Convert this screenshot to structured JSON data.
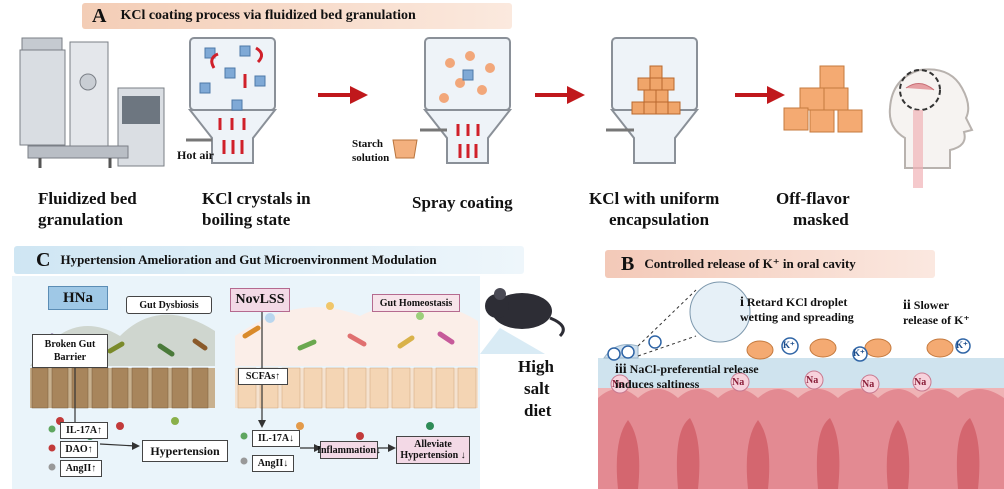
{
  "panel_a": {
    "letter": "A",
    "title": "KCl coating process via fluidized bed granulation",
    "hot_air": "Hot air",
    "starch_line1": "Starch",
    "starch_line2": "solution",
    "steps": [
      {
        "line1": "Fluidized bed",
        "line2": "granulation"
      },
      {
        "line1": "KCl crystals in",
        "line2": "boiling state"
      },
      {
        "line1": "Spray coating",
        "line2": ""
      },
      {
        "line1": "KCl with uniform",
        "line2": "encapsulation"
      },
      {
        "line1": "Off-flavor",
        "line2": "masked"
      }
    ]
  },
  "panel_b": {
    "letter": "B",
    "title": "Controlled release of K⁺ in oral cavity",
    "note_i_num": "i",
    "note_i_line1": "Retard KCl droplet",
    "note_i_line2": "wetting and spreading",
    "note_ii_num": "ii",
    "note_ii_line1": "Slower",
    "note_ii_line2": "release of K⁺",
    "note_iii_num": "iii",
    "note_iii_line1": "NaCl-preferential release",
    "note_iii_line2": "induces saltiness",
    "k_label": "K⁺",
    "na_label": "Na"
  },
  "panel_c": {
    "letter": "C",
    "title": "Hypertension Amelioration and Gut Microenvironment Modulation",
    "hna": "HNa",
    "gut_dysbiosis": "Gut Dysbiosis",
    "broken_line1": "Broken Gut",
    "broken_line2": "Barrier",
    "left_markers": [
      "IL-17A↑",
      "DAO↑",
      "AngII↑"
    ],
    "hypertension": "Hypertension",
    "novlss": "NovLSS",
    "gut_homeostasis": "Gut Homeostasis",
    "scfas": "SCFAs↑",
    "right_markers": [
      "IL-17A↓",
      "AngII↓"
    ],
    "inflammation": "Inflammation↓",
    "alleviate_line1": "Alleviate",
    "alleviate_line2": "Hypertension ↓",
    "diet_line1": "High",
    "diet_line2": "salt",
    "diet_line3": "diet"
  },
  "colors": {
    "banner_a": "#f6d9c8",
    "banner_b": "#f7d5c6",
    "banner_c": "#d7ebf5",
    "arrow_red": "#c0181c",
    "crystal_blue": "#8fb7dc",
    "coated_orange": "#f0a56a",
    "tissue_pink": "#e8a3a8"
  }
}
